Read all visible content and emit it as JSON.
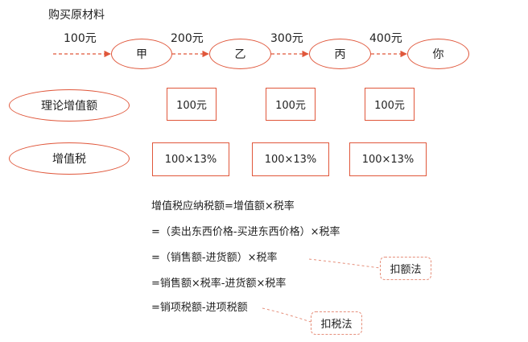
{
  "title": "购买原材料",
  "chain": {
    "nodes": [
      "甲",
      "乙",
      "丙",
      "你"
    ],
    "prices": [
      "100元",
      "200元",
      "300元",
      "400元"
    ]
  },
  "rows": {
    "value_added_label": "理论增值额",
    "value_added_amounts": [
      "100元",
      "100元",
      "100元"
    ],
    "vat_label": "增值税",
    "vat_amounts": [
      "100×13%",
      "100×13%",
      "100×13%"
    ]
  },
  "formulas": [
    "增值税应纳税额=增值额×税率",
    "=（卖出东西价格-买进东西价格）×税率",
    "=（销售额-进货额）×税率",
    "=销售额×税率-进货额×税率",
    "=销项税额-进项税额"
  ],
  "callouts": [
    "扣额法",
    "扣税法"
  ],
  "colors": {
    "stroke": "#e0573b",
    "dashed": "#e6907c"
  }
}
